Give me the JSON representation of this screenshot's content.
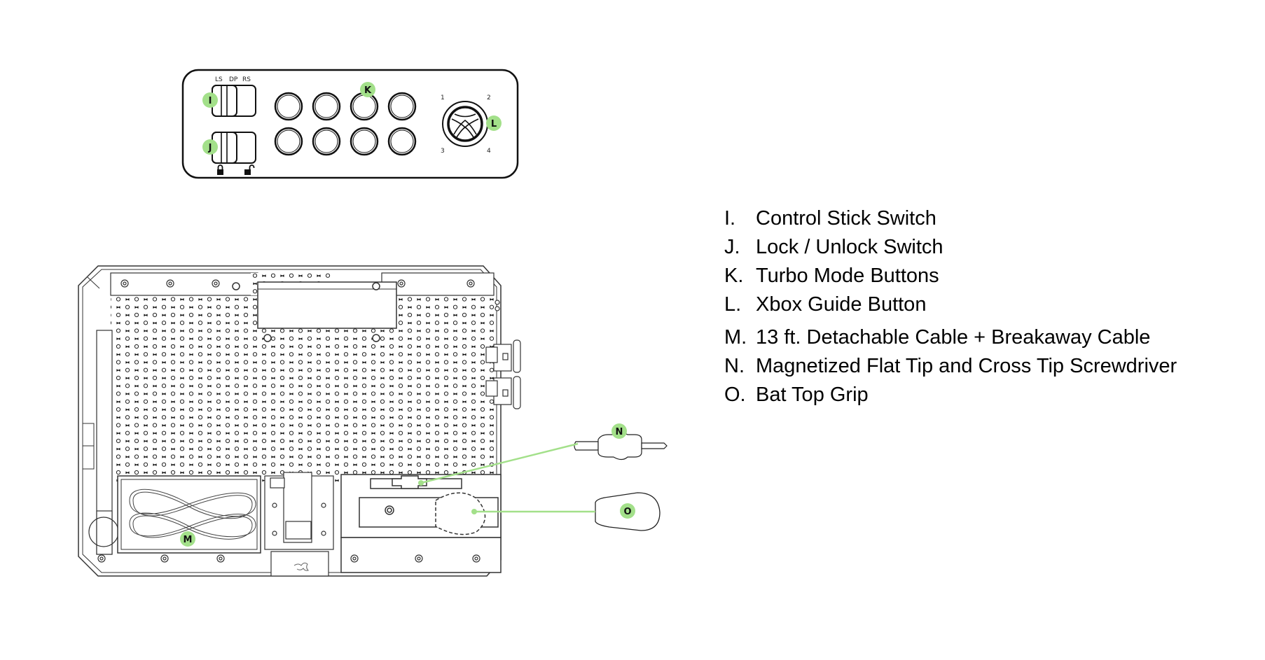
{
  "diagram": {
    "title": "Razer arcade stick — top panel controls and internal storage compartment",
    "callout_color": "#a3e08a",
    "leader_line_color": "#a3e08a",
    "top_panel": {
      "switch_labels": [
        "LS",
        "DP",
        "RS"
      ],
      "lock_icons": [
        "lock-closed-icon",
        "lock-open-icon"
      ],
      "turbo_button_count": 8,
      "guide_button_corner_numbers": [
        "1",
        "2",
        "3",
        "4"
      ],
      "callouts": {
        "i": "I",
        "j": "J",
        "k": "K",
        "l": "L"
      }
    },
    "storage_view": {
      "callouts": {
        "m": "M",
        "n": "N",
        "o": "O"
      },
      "logo": "razer-logo"
    }
  },
  "legend": {
    "items": [
      {
        "letter": "I.",
        "text": "Control Stick Switch"
      },
      {
        "letter": "J.",
        "text": "Lock / Unlock Switch"
      },
      {
        "letter": "K.",
        "text": "Turbo Mode Buttons"
      },
      {
        "letter": "L.",
        "text": "Xbox Guide Button"
      },
      {
        "letter": "M.",
        "text": "13 ft. Detachable Cable + Breakaway Cable"
      },
      {
        "letter": "N.",
        "text": "Magnetized Flat Tip and Cross Tip Screwdriver"
      },
      {
        "letter": "O.",
        "text": "Bat Top Grip"
      }
    ]
  }
}
